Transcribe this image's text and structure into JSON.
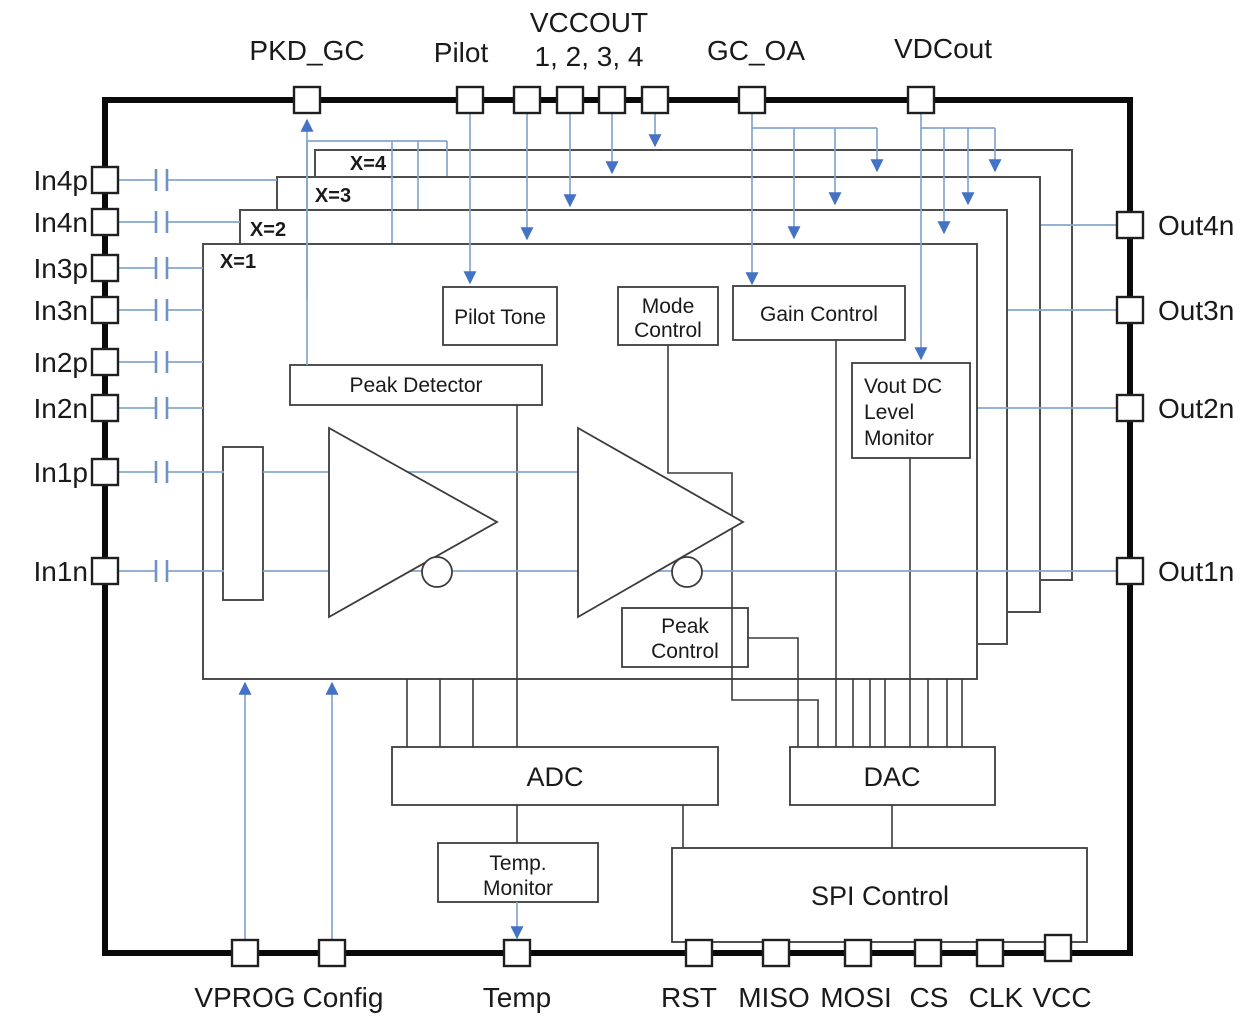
{
  "diagram": {
    "kind": "IC functional block diagram",
    "pins": {
      "top": [
        "PKD_GC",
        "Pilot",
        "VCCOUT",
        "1,  2,  3,  4",
        "GC_OA",
        "VDCout"
      ],
      "left": [
        "In4p",
        "In4n",
        "In3p",
        "In3n",
        "In2p",
        "In2n",
        "In1p",
        "In1n"
      ],
      "right": [
        "Out4n",
        "Out3n",
        "Out2n",
        "Out1n"
      ],
      "bottom": [
        "VPROG",
        "Config",
        "Temp",
        "RST",
        "MISO",
        "MOSI",
        "CS",
        "CLK",
        "VCC"
      ]
    },
    "blocks": {
      "channel_labels": [
        "X=4",
        "X=3",
        "X=2",
        "X=1"
      ],
      "pilot_tone": "Pilot Tone",
      "mode_control": [
        "Mode",
        "Control"
      ],
      "gain_control": "Gain Control",
      "vout_dc_monitor": [
        "Vout DC",
        "Level",
        "Monitor"
      ],
      "peak_detector": "Peak Detector",
      "peak_control": [
        "Peak",
        "Control"
      ],
      "adc": "ADC",
      "dac": "DAC",
      "temp_monitor": [
        "Temp.",
        "Monitor"
      ],
      "spi_control": "SPI Control"
    },
    "colors": {
      "signal_line_blue": "#85a7cd",
      "arrow_blue": "#4472c4",
      "block_border_gray": "#4d4d4d",
      "chip_border_black": "#0a0a0a"
    }
  }
}
